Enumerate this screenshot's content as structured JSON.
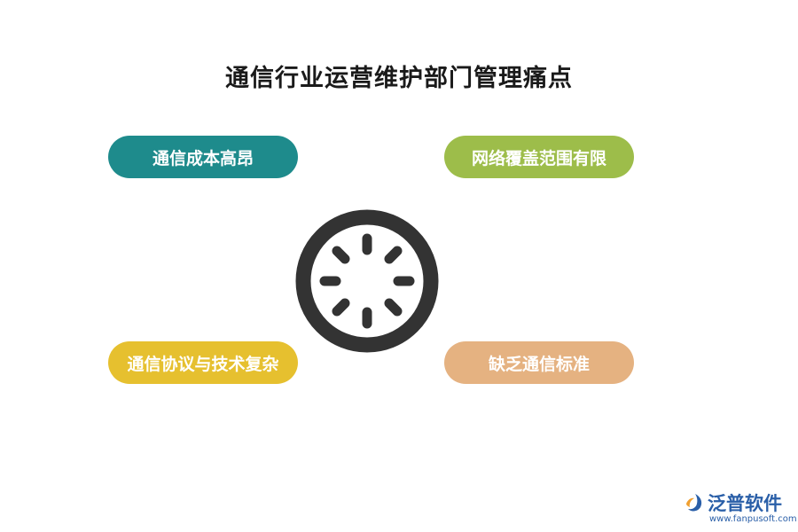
{
  "title": "通信行业运营维护部门管理痛点",
  "center": {
    "icon": "loading-spinner-icon"
  },
  "pain_points": [
    {
      "label": "通信成本高昂",
      "color": "#1e8b8c"
    },
    {
      "label": "网络覆盖范围有限",
      "color": "#9dbd4a"
    },
    {
      "label": "通信协议与技术复杂",
      "color": "#e6c02f"
    },
    {
      "label": "缺乏通信标准",
      "color": "#e5b281"
    }
  ],
  "watermark": {
    "name": "泛普软件",
    "url": "www.fanpusoft.com",
    "color": "#2a5fa8",
    "icon": "fanpu-logo-icon"
  }
}
